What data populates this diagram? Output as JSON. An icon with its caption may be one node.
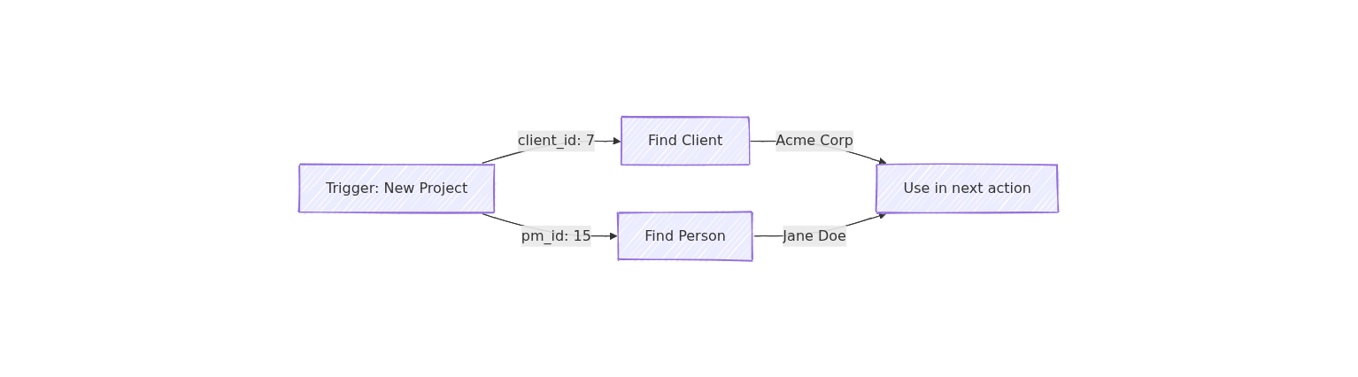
{
  "diagram": {
    "nodes": [
      {
        "text": [
          "Trigger: New Project"
        ]
      },
      {
        "text": [
          "Find Client"
        ]
      },
      {
        "text": [
          "Find Person"
        ]
      },
      {
        "text": [
          "Use in next action"
        ]
      }
    ],
    "edges": [
      {
        "from": 0,
        "to": 1,
        "arrow": "to",
        "label": "client_id: 7"
      },
      {
        "from": 0,
        "to": 2,
        "arrow": "to",
        "label": "pm_id: 15"
      },
      {
        "from": 1,
        "to": 3,
        "arrow": "to",
        "label": "Acme Corp"
      },
      {
        "from": 2,
        "to": 3,
        "arrow": "to",
        "label": "Jane Doe"
      }
    ]
  }
}
